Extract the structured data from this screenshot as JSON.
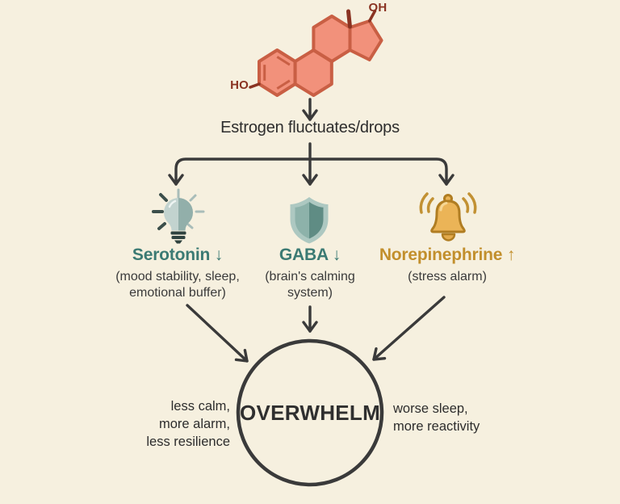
{
  "canvas": {
    "background_color": "#f6f0df",
    "line_color": "#3a3a3a"
  },
  "molecule": {
    "name": "estradiol-structure",
    "oh_top": "OH",
    "ho_bottom": "HO",
    "fill_color": "#f2917b",
    "stroke_color": "#c95f44",
    "label_color": "#8a3322"
  },
  "flow": {
    "estrogen_label": "Estrogen fluctuates/drops"
  },
  "branches": [
    {
      "id": "serotonin",
      "icon": "lightbulb-icon",
      "title": "Serotonin ↓",
      "subtitle": "(mood stability, sleep,\nemotional buffer)",
      "title_color": "#3b7a73",
      "icon_colors": {
        "glass_light": "#c2d3cf",
        "glass_dark": "#92afaa",
        "base": "#2f423f",
        "ray_dark": "#3c4f4b",
        "ray_light": "#a9bdb9"
      }
    },
    {
      "id": "gaba",
      "icon": "shield-icon",
      "title": "GABA ↓",
      "subtitle": "(brain's calming\nsystem)",
      "title_color": "#3b7a73",
      "icon_colors": {
        "border": "#adc8c1",
        "left_half": "#8db2aa",
        "right_half": "#5f8c84"
      }
    },
    {
      "id": "norepinephrine",
      "icon": "bell-icon",
      "title": "Norepinephrine ↑",
      "subtitle": "(stress alarm)",
      "title_color": "#c28f2c",
      "icon_colors": {
        "body": "#ebb457",
        "outline": "#b07d22",
        "highlight": "#f6d795",
        "waves": "#c29133"
      }
    }
  ],
  "outcome": {
    "label": "OVERWHELM",
    "left_note": "less calm,\nmore alarm,\nless resilience",
    "right_note": "worse sleep,\nmore reactivity"
  }
}
